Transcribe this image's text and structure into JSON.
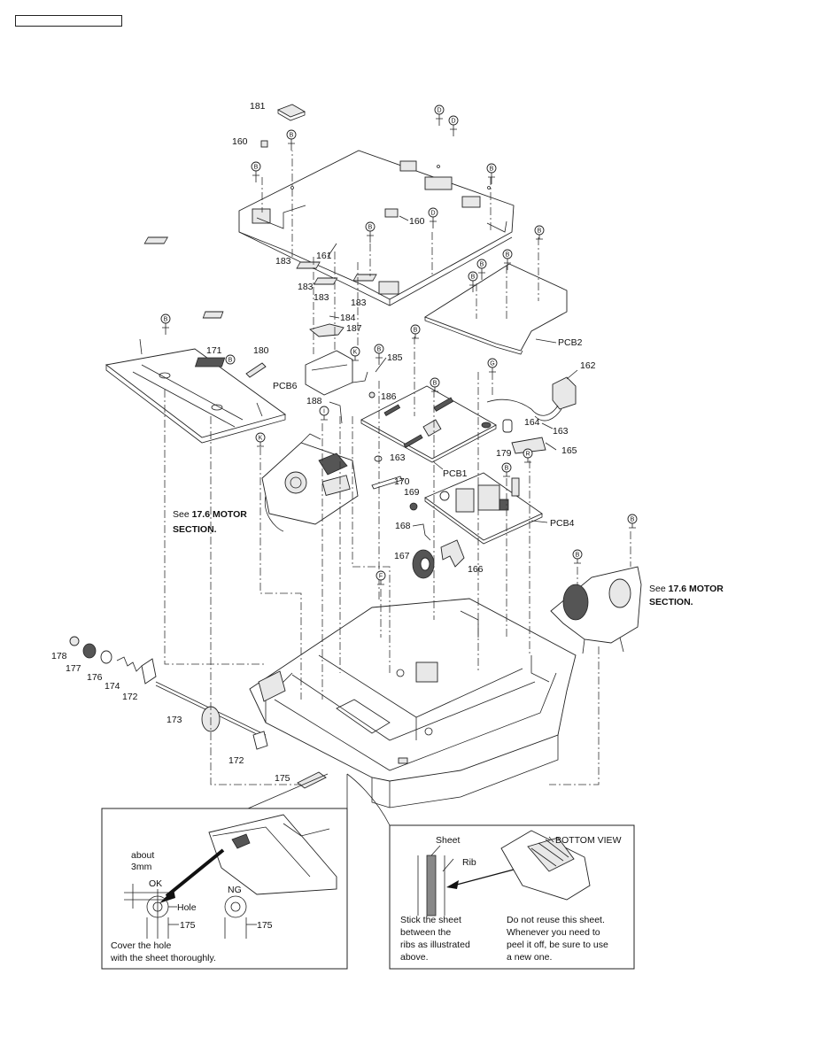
{
  "header": {
    "box_text": ""
  },
  "parts": {
    "p181": "181",
    "p160a": "160",
    "p160b": "160",
    "p183a": "183",
    "p161": "161",
    "p183b": "183",
    "p183c": "183",
    "p183d": "183",
    "p184": "184",
    "p187": "187",
    "p171": "171",
    "p180": "180",
    "pcb6": "PCB6",
    "p185": "185",
    "p188": "188",
    "p186": "186",
    "pcb2": "PCB2",
    "p162": "162",
    "p164": "164",
    "p163a": "163",
    "p163b": "163",
    "p179": "179",
    "p165": "165",
    "pcb1": "PCB1",
    "p170": "170",
    "p169": "169",
    "pcb4": "PCB4",
    "p168": "168",
    "p167": "167",
    "p166": "166",
    "p178": "178",
    "p177": "177",
    "p176": "176",
    "p174": "174",
    "p172a": "172",
    "p173": "173",
    "p172b": "172",
    "p175": "175"
  },
  "screws": {
    "B": "B",
    "D": "D",
    "G": "G",
    "I": "I",
    "K": "K",
    "R": "R",
    "F": "F"
  },
  "notes": {
    "motor_left_1": "See ",
    "motor_left_bold": "17.6 MOTOR",
    "motor_left_2": "SECTION",
    "motor_right_1": "See ",
    "motor_right_bold": "17.6 MOTOR",
    "motor_right_2": "SECTION"
  },
  "inset_left": {
    "about": "about",
    "mm": "3mm",
    "ok": "OK",
    "ng": "NG",
    "hole": "Hole",
    "p175a": "175",
    "p175b": "175",
    "cover1": "Cover the hole",
    "cover2": "with the sheet thoroughly."
  },
  "inset_right": {
    "sheet": "Sheet",
    "rib": "Rib",
    "bottom_view": "BOTTOM VIEW",
    "stick1": "Stick the sheet",
    "stick2": "between the",
    "stick3": "ribs as illustrated",
    "stick4": "above.",
    "reuse1": "Do not reuse this sheet.",
    "reuse2": "Whenever you need to",
    "reuse3": "peel it off, be sure to use",
    "reuse4": "a new one."
  }
}
